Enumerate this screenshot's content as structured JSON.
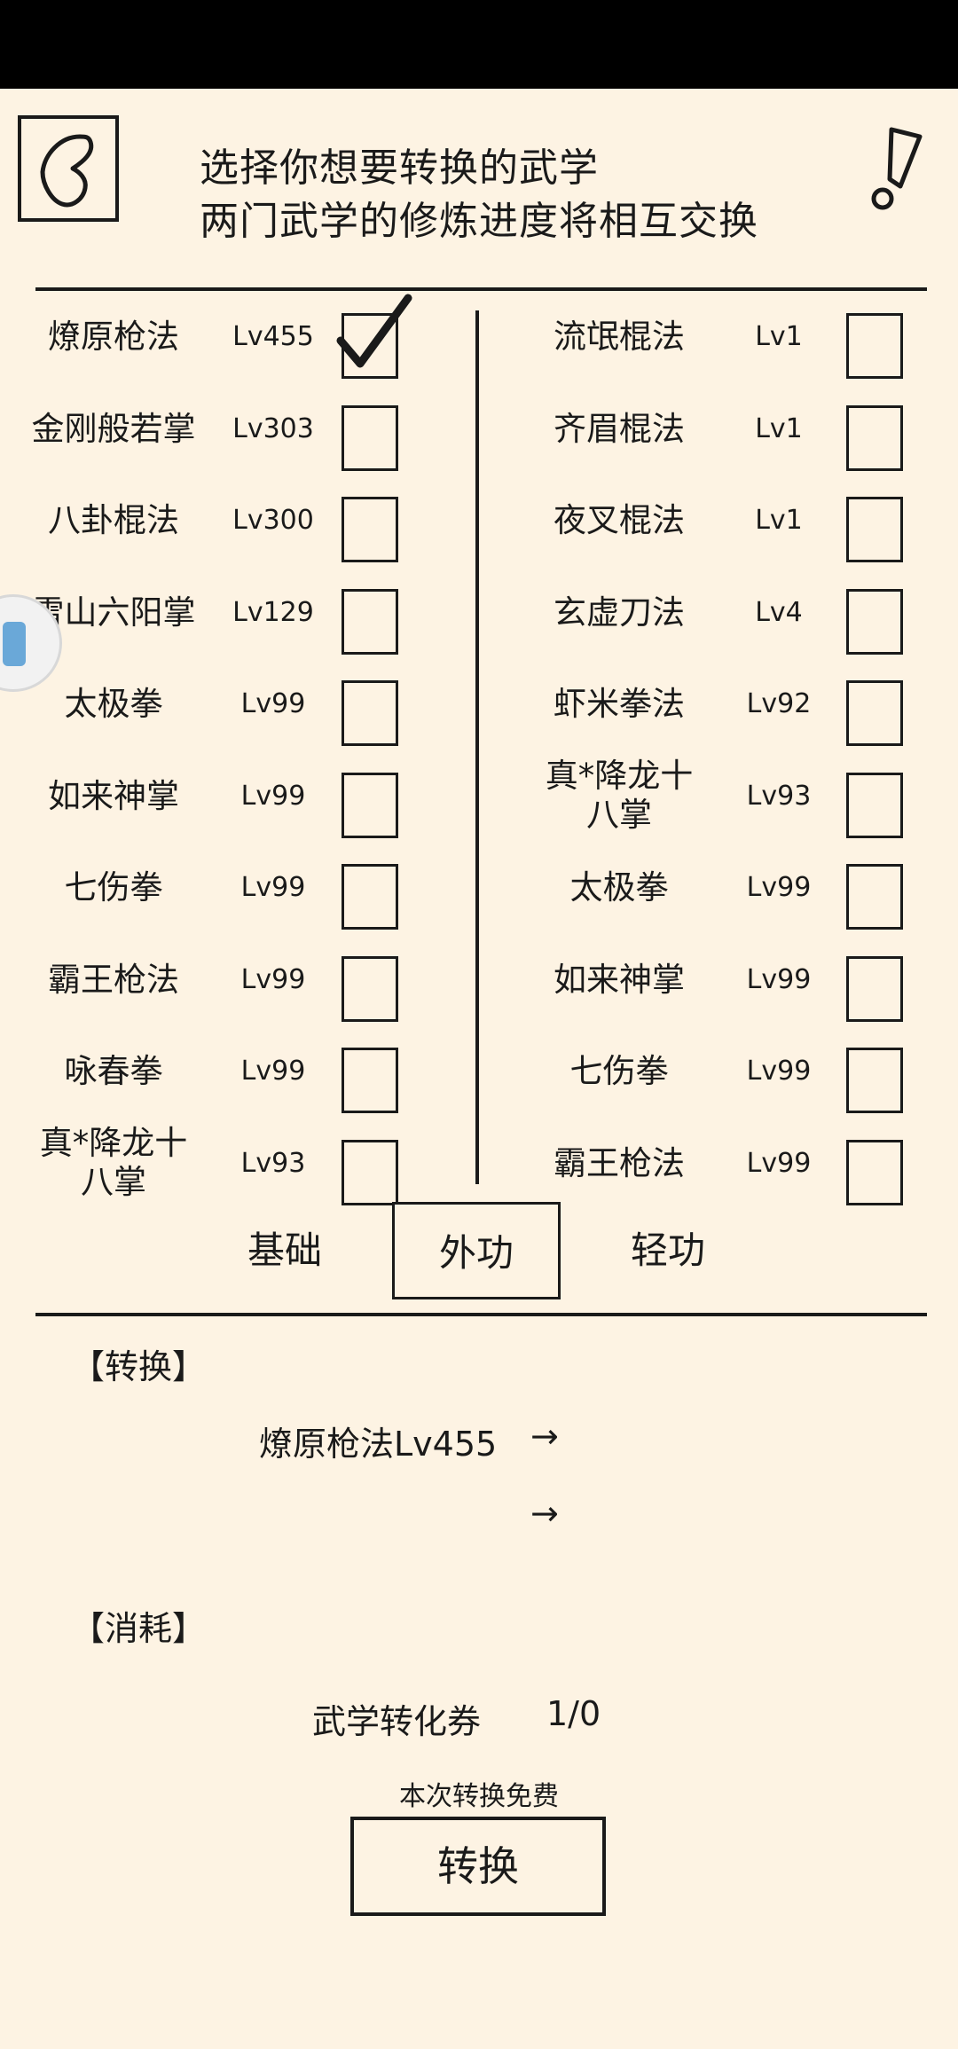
{
  "header": {
    "line1": "选择你想要转换的武学",
    "line2": "两门武学的修炼进度将相互交换"
  },
  "icons": {
    "back": "back-arrow-icon",
    "alert": "exclamation-icon",
    "float": "floating-assistant-icon"
  },
  "left_list": [
    {
      "name": "燎原枪法",
      "level": "Lv455",
      "checked": true
    },
    {
      "name": "金刚般若掌",
      "level": "Lv303",
      "checked": false
    },
    {
      "name": "八卦棍法",
      "level": "Lv300",
      "checked": false
    },
    {
      "name": "雪山六阳掌",
      "level": "Lv129",
      "checked": false
    },
    {
      "name": "太极拳",
      "level": "Lv99",
      "checked": false
    },
    {
      "name": "如来神掌",
      "level": "Lv99",
      "checked": false
    },
    {
      "name": "七伤拳",
      "level": "Lv99",
      "checked": false
    },
    {
      "name": "霸王枪法",
      "level": "Lv99",
      "checked": false
    },
    {
      "name": "咏春拳",
      "level": "Lv99",
      "checked": false
    },
    {
      "name": "真*降龙十八掌",
      "level": "Lv93",
      "checked": false
    }
  ],
  "right_list": [
    {
      "name": "流氓棍法",
      "level": "Lv1",
      "checked": false
    },
    {
      "name": "齐眉棍法",
      "level": "Lv1",
      "checked": false
    },
    {
      "name": "夜叉棍法",
      "level": "Lv1",
      "checked": false
    },
    {
      "name": "玄虚刀法",
      "level": "Lv4",
      "checked": false
    },
    {
      "name": "虾米拳法",
      "level": "Lv92",
      "checked": false
    },
    {
      "name": "真*降龙十八掌",
      "level": "Lv93",
      "checked": false
    },
    {
      "name": "太极拳",
      "level": "Lv99",
      "checked": false
    },
    {
      "name": "如来神掌",
      "level": "Lv99",
      "checked": false
    },
    {
      "name": "七伤拳",
      "level": "Lv99",
      "checked": false
    },
    {
      "name": "霸王枪法",
      "level": "Lv99",
      "checked": false
    }
  ],
  "tabs": [
    {
      "label": "基础",
      "active": false
    },
    {
      "label": "外功",
      "active": true
    },
    {
      "label": "轻功",
      "active": false
    }
  ],
  "convert": {
    "section_label": "【转换】",
    "from": "燎原枪法Lv455",
    "arrow": "→",
    "to": ""
  },
  "cost": {
    "section_label": "【消耗】",
    "item": "武学转化券",
    "amount": "1/0",
    "note": "本次转换免费"
  },
  "button": {
    "label": "转换"
  }
}
